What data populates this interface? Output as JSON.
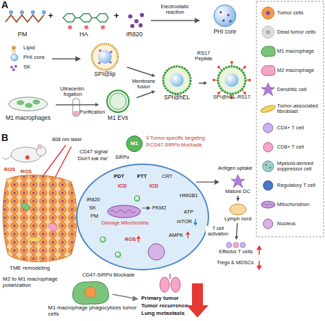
{
  "diagram": {
    "nodes": [
      {
        "text": [
          "PHI core"
        ]
      },
      {
        "text": [
          "SPI@lip"
        ]
      },
      {
        "text": [
          "M1 macrophages"
        ]
      },
      {
        "text": [
          "M1 EVs"
        ]
      },
      {
        "text": [
          "SPI@hEL"
        ]
      },
      {
        "text": [
          "SPI@hEL-RS17"
        ]
      },
      {
        "text": [
          "M1"
        ]
      },
      {
        "text": [
          "Mature DC"
        ]
      },
      {
        "text": [
          "Lymph nord"
        ]
      },
      {
        "text": [
          "Effector T cells"
        ]
      }
    ],
    "edges": [
      {
        "from": 2,
        "to": 3,
        "arrow": "to",
        "label": "Ultracentri-fugation"
      },
      {
        "from": 1,
        "to": 4,
        "arrow": "to",
        "label": "Membrane fusion"
      },
      {
        "from": 3,
        "to": 4,
        "arrow": "to"
      },
      {
        "from": 4,
        "to": 5,
        "arrow": "to",
        "label": "RS17 Peptide"
      },
      {
        "from": 7,
        "to": 8,
        "arrow": "to"
      },
      {
        "from": 8,
        "to": 9,
        "arrow": "to",
        "label": "T cell activation"
      }
    ],
    "labels": [
      "A",
      "PM",
      "+",
      "HA",
      "+",
      "IR820",
      "Electrostatic reaction",
      "Lipid",
      "PHI core",
      "SK",
      "Purification",
      "B",
      "808 nm laser",
      "ROS",
      "ROS",
      "CD47 signal",
      "‘Don’t eat me’",
      "SIRPα",
      "①Tumor-specific targeting",
      "②CD47-SIRPα blockade",
      "PDT",
      "PTT",
      "CRT",
      "ICD",
      "ICD",
      "IR820",
      "SK",
      "PM",
      "PKM2",
      "HMGB1",
      "Damage Mitochondria",
      "ATP",
      "mTOR",
      "ROS",
      "AMPK",
      "Antigen uptake",
      "TME remodeling",
      "CD47-SIRPα Blockade",
      "M2 to M1 macrophage polarization",
      "Tregs & MDSCs",
      "M1 macrophage phagocytizes tumor cells",
      "Primary tumor",
      "Tumor recurrence",
      "Lung metastasis"
    ],
    "legend": [
      {
        "text": "Tumor cells"
      },
      {
        "text": "Dead tumor cells"
      },
      {
        "text": "M1 macrophage"
      },
      {
        "text": "M2 macrophage"
      },
      {
        "text": "Dendritic cell"
      },
      {
        "text": "Tumor-associated fibroblast"
      },
      {
        "text": "CD4+ T cell"
      },
      {
        "text": "CD8+ T cell"
      },
      {
        "text": "Myeloid-derived suppressor cell"
      },
      {
        "text": "Regulatory T cell"
      },
      {
        "text": "Mitochondrion"
      },
      {
        "text": "Nucleus"
      }
    ]
  }
}
